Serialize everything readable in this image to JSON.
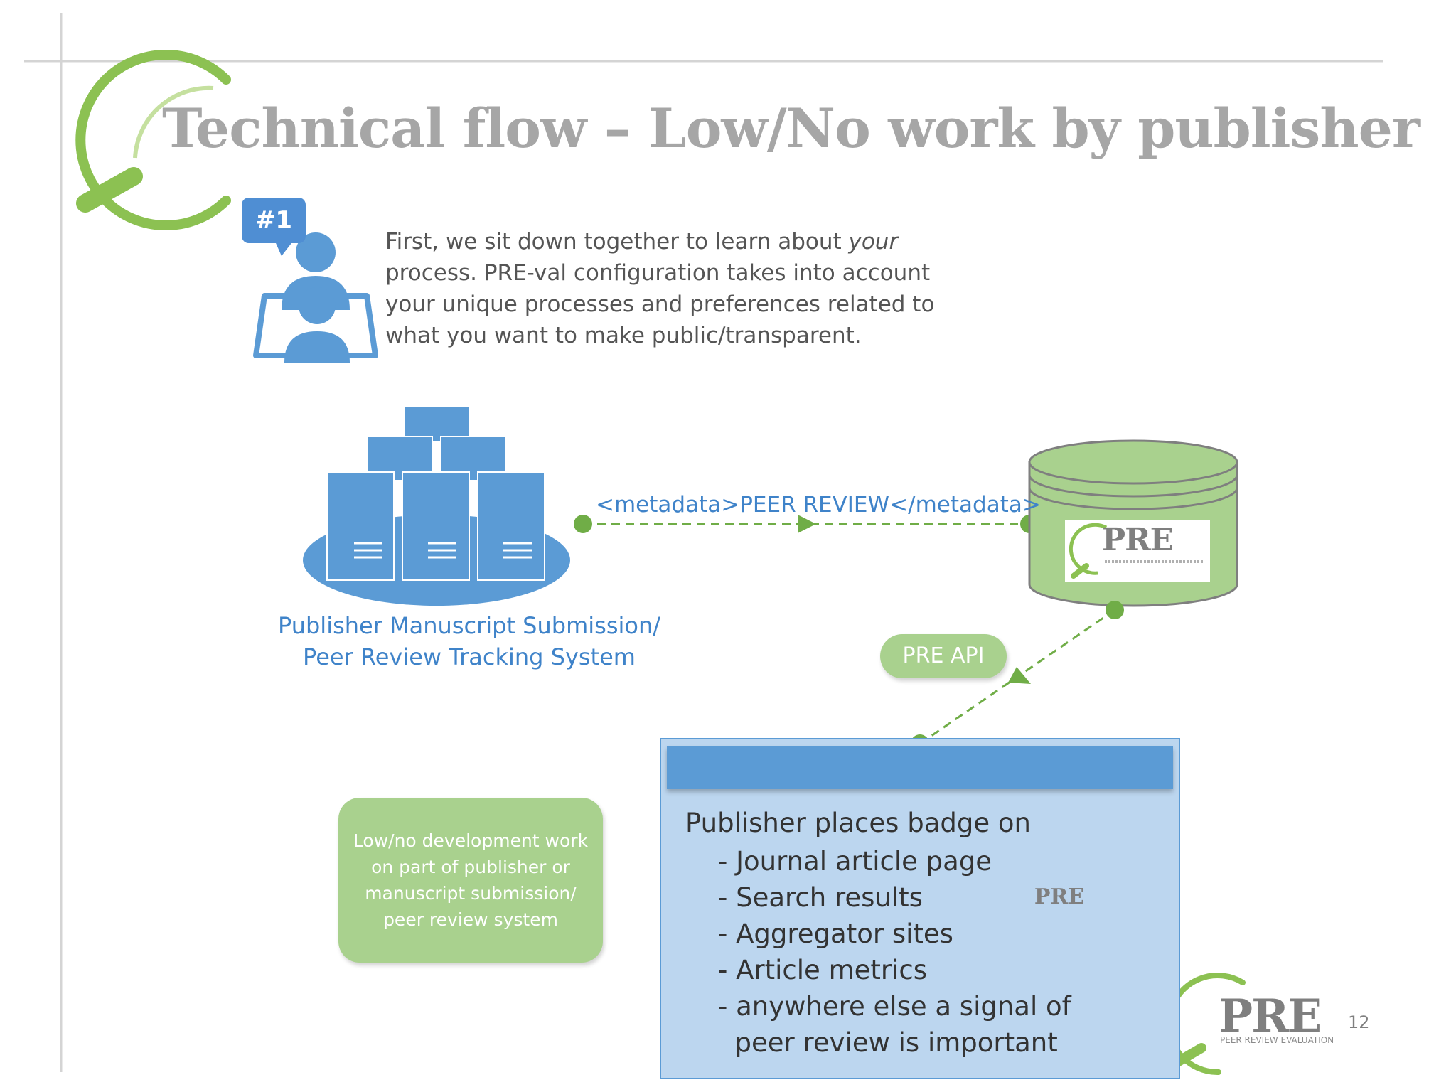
{
  "slide": {
    "title": "Technical flow – Low/No work by publisher",
    "page_number": "12"
  },
  "intro": {
    "badge": "#1",
    "text_before": "First, we sit down together to learn about ",
    "text_em": "your",
    "text_after": " process. PRE-val configuration takes into account your unique processes and preferences related to what you want to make public/transparent."
  },
  "diagram": {
    "system_label_line1": "Publisher Manuscript Submission/",
    "system_label_line2": "Peer Review Tracking System",
    "metadata_label": "<metadata>PEER REVIEW</metadata>",
    "api_label": "PRE API",
    "note": "Low/no development work on part of publisher or manuscript submission/ peer review system",
    "db_logo_word": "PRE"
  },
  "badge_panel": {
    "lead": "Publisher places badge on",
    "items": [
      "- Journal article page",
      "- Search results",
      "- Aggregator sites",
      "- Article metrics",
      "- anywhere else a signal of",
      "  peer review is important"
    ],
    "seal_word": "PRE"
  },
  "footer_logo": {
    "word": "PRE",
    "subtitle": "PEER REVIEW EVALUATION"
  },
  "colors": {
    "green": "#8cc152",
    "light_green": "#a9d18e",
    "blue": "#5b9bd5",
    "panel_blue": "#bcd6ef",
    "title_gray": "#a6a6a6"
  }
}
